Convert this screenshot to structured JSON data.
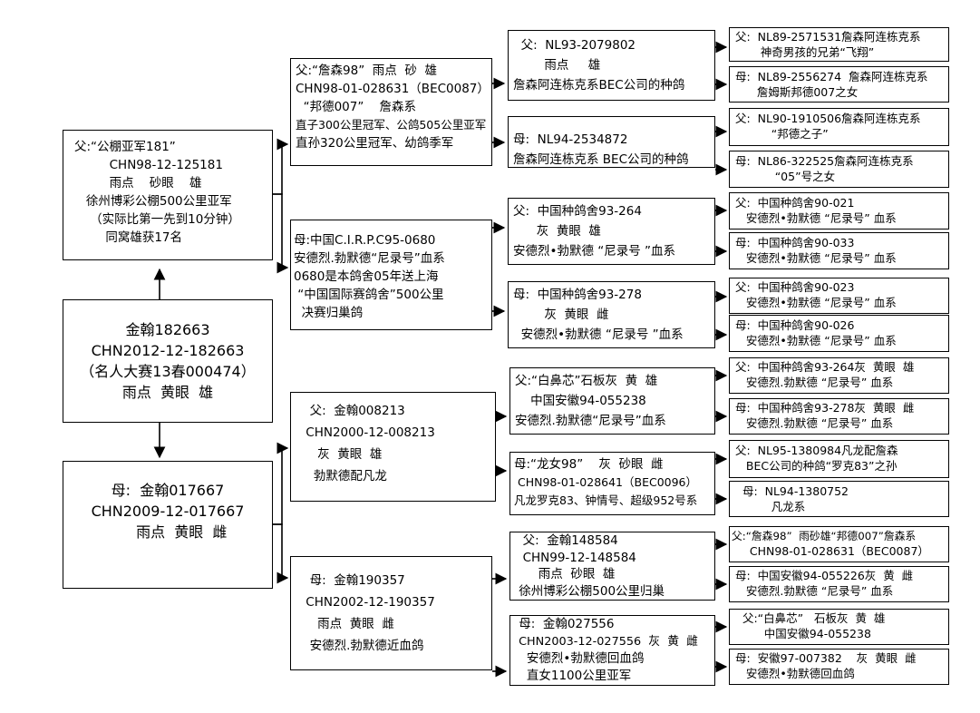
{
  "subject": [
    "金翰182663",
    "CHN2012-12-182663",
    "（名人大赛13春000474）",
    "雨点  黄眼  雄"
  ],
  "gen1": [
    [
      "父:“公棚亚军181”",
      "         CHN98-12-125181",
      "         雨点    砂眼    雄",
      "   徐州博彩公棚500公里亚军",
      "    （实际比第一先到10分钟）",
      "        同窝雄获17名"
    ],
    [
      "母:  金翰017667",
      "CHN2009-12-017667",
      "      雨点  黄眼  雌"
    ]
  ],
  "gen2": [
    [
      "父:“詹森98”  雨点  砂  雄",
      "CHN98-01-028631（BEC0087）",
      "  “邦德007”    詹森系",
      "直子300公里冠军、公鸽505公里亚军",
      "直孙320公里冠军、幼鸽季军"
    ],
    [
      "母:中国C.I.R.P.C95-0680",
      "安德烈.勃默德“尼录号”血系",
      "0680是本鸽舍05年送上海",
      " “中国国际赛鸽舍”500公里",
      "  决赛归巢鸽"
    ],
    [
      "  父:  金翰008213",
      " CHN2000-12-008213",
      "    灰  黄眼  雄",
      "   勃默德配凡龙"
    ],
    [
      "  母:  金翰190357",
      " CHN2002-12-190357",
      "    雨点  黄眼  雌",
      "  安德烈.勃默德近血鸽"
    ]
  ],
  "gen3": [
    [
      "  父:  NL93-2079802",
      "        雨点     雄",
      "詹森阿连栋克系BEC公司的种鸽"
    ],
    [
      "母:  NL94-2534872",
      "",
      "詹森阿连栋克系 BEC公司的种鸽"
    ],
    [
      "父:  中国种鸽舍93-264",
      "      灰  黄眼  雄",
      "安德烈•勃默德 “尼录号 ”血系"
    ],
    [
      "母:  中国种鸽舍93-278",
      "        灰  黄眼  雌",
      "  安德烈•勃默德 “尼录号 ”血系"
    ],
    [
      "父:“白鼻芯”石板灰  黄  雄",
      "    中国安徽94-055238",
      "安德烈.勃默德“尼录号”血系"
    ],
    [
      "母:“龙女98”    灰  砂眼  雌",
      " CHN98-01-028641（BEC0096）",
      "凡龙罗克83、钟情号、超级952号系"
    ],
    [
      "  父:  金翰148584",
      "  CHN99-12-148584",
      "      雨点  砂眼  雄",
      " 徐州博彩公棚500公里归巢"
    ],
    [
      " 母:  金翰027556",
      " CHN2003-12-027556  灰  黄  雌",
      "   安德烈•勃默德回血鸽",
      "   直女1100公里亚军"
    ]
  ],
  "gen4": [
    [
      "父:  NL89-2571531詹森阿连栋克系",
      "       神奇男孩的兄弟“飞翔”"
    ],
    [
      "母:  NL89-2556274  詹森阿连栋克系",
      "      詹姆斯邦德007之女"
    ],
    [
      "父:  NL90-1910506詹森阿连栋克系",
      "          “邦德之子”"
    ],
    [
      "母:  NL86-322525詹森阿连栋克系",
      "           “05”号之女"
    ],
    [
      "父:  中国种鸽舍90-021",
      "   安德烈•勃默德 “尼录号” 血系"
    ],
    [
      "母:  中国种鸽舍90-033",
      "   安德烈•勃默德 “尼录号” 血系"
    ],
    [
      "父:  中国种鸽舍90-023",
      "   安德烈•勃默德 “尼录号” 血系"
    ],
    [
      "母:  中国种鸽舍90-026",
      "   安德烈•勃默德 “尼录号” 血系"
    ],
    [
      "父:  中国种鸽舍93-264灰  黄眼  雄",
      "   安德烈.勃默德 “尼录号” 血系"
    ],
    [
      "母:  中国种鸽舍93-278灰  黄眼  雌",
      "   安德烈.勃默德 “尼录号” 血系"
    ],
    [
      "父:  NL95-1380984凡龙配詹森",
      "   BEC公司的种鸽“罗克83”之孙"
    ],
    [
      "  母:  NL94-1380752",
      "          凡龙系"
    ],
    [
      "父:“詹森98”  雨砂雄“邦德007”詹森系",
      "     CHN98-01-028631（BEC0087）"
    ],
    [
      "母:  中国安徽94-055226灰  黄  雌",
      "   安德烈.勃默德 “尼录号” 血系"
    ],
    [
      "  父:“白鼻芯”   石板灰  黄  雄",
      "        中国安徽94-055238"
    ],
    [
      "母:  安徽97-007382    灰  黄眼  雌",
      "   安德烈•勃默德回血鸽"
    ]
  ]
}
